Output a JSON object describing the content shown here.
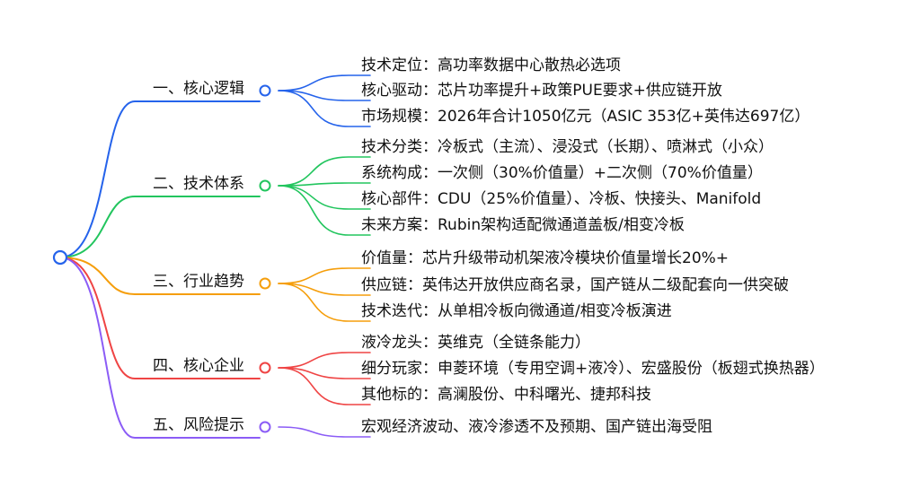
{
  "colors": {
    "blue": "#2563eb",
    "green": "#22c55e",
    "orange": "#f59e0b",
    "red": "#ef4444",
    "purple": "#8b5cf6",
    "root_node": "#2563eb"
  },
  "branches": [
    {
      "label": "一、核心逻辑",
      "color": "blue",
      "items": [
        "技术定位：高功率数据中心散热必选项",
        "核心驱动：芯片功率提升+政策PUE要求+供应链开放",
        "市场规模：2026年合计1050亿元（ASIC 353亿+英伟达697亿）"
      ]
    },
    {
      "label": "二、技术体系",
      "color": "green",
      "items": [
        "技术分类：冷板式（主流）、浸没式（长期）、喷淋式（小众）",
        "系统构成：一次侧（30%价值量）+二次侧（70%价值量）",
        "核心部件：CDU（25%价值量）、冷板、快接头、Manifold",
        "未来方案：Rubin架构适配微通道盖板/相变冷板"
      ]
    },
    {
      "label": "三、行业趋势",
      "color": "orange",
      "items": [
        "价值量：芯片升级带动机架液冷模块价值量增长20%+",
        "供应链：英伟达开放供应商名录，国产链从二级配套向一供突破",
        "技术迭代：从单相冷板向微通道/相变冷板演进"
      ]
    },
    {
      "label": "四、核心企业",
      "color": "red",
      "items": [
        "液冷龙头：英维克（全链条能力）",
        "细分玩家：申菱环境（专用空调+液冷）、宏盛股份（板翅式换热器）",
        "其他标的：高澜股份、中科曙光、捷邦科技"
      ]
    },
    {
      "label": "五、风险提示",
      "color": "purple",
      "items": [
        "宏观经济波动、液冷渗透不及预期、国产链出海受阻"
      ]
    }
  ]
}
